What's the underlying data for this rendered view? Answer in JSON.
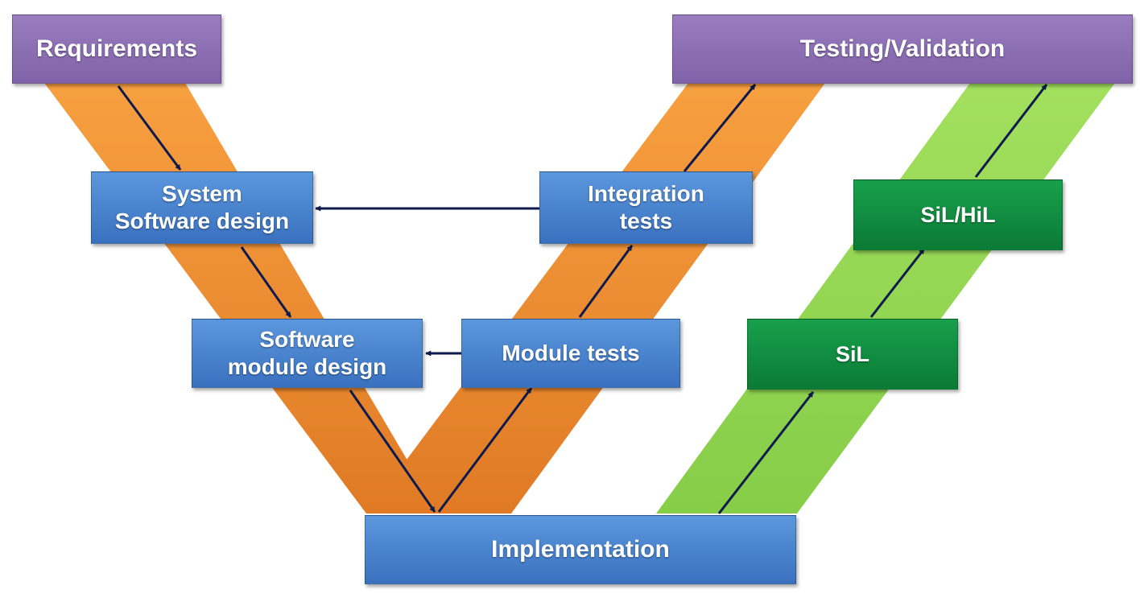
{
  "colors": {
    "phase_box": "#8a6bb1",
    "activity_box": "#4a86d2",
    "sim_box": "#0f8a3f",
    "dev_band": "#f08c2e",
    "sim_band": "#8fd24f",
    "arrow": "#0d1a4d"
  },
  "boxes": {
    "requirements": "Requirements",
    "testing_validation": "Testing/Validation",
    "system_software_design": "System\nSoftware design",
    "integration_tests": "Integration\ntests",
    "software_module_design": "Software\nmodule design",
    "module_tests": "Module tests",
    "sil_hil": "SiL/HiL",
    "sil": "SiL",
    "implementation": "Implementation"
  }
}
